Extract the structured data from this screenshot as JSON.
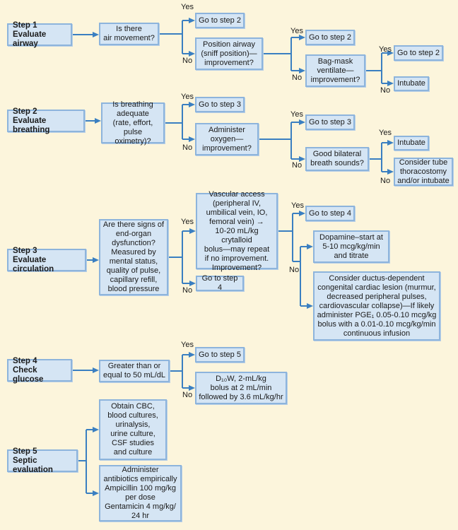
{
  "yes": "Yes",
  "no": "No",
  "step1": {
    "label": "Step 1\nEvaluate airway",
    "question": "Is there\nair movement?",
    "yes_box": "Go to step 2",
    "no_box": "Position airway\n(sniff position)—\nimprovement?",
    "yes2": "Go to step 2",
    "no2": "Bag-mask\nventilate—\nimprovement?",
    "yes3": "Go to step 2",
    "no3": "Intubate"
  },
  "step2": {
    "label": "Step 2\nEvaluate breathing",
    "question": "Is breathing\nadequate\n(rate, effort,\npulse oximetry)?",
    "yes_box": "Go to step 3",
    "no_box": "Administer\noxygen—\nimprovement?",
    "yes2": "Go to step 3",
    "no2": "Good bilateral\nbreath sounds?",
    "yes3": "Intubate",
    "no3": "Consider tube\nthoracostomy\nand/or intubate"
  },
  "step3": {
    "label": "Step 3\nEvaluate circulation",
    "question": "Are there signs of\nend-organ\ndysfunction?\nMeasured by\nmental status,\nquality of pulse,\ncapillary refill,\nblood pressure",
    "yes_box": "Vascular access\n(peripheral IV,\numbilical vein, IO,\nfemoral vein) →\n10-20 mL/kg crytalloid\nbolus—may repeat\nif no improvement.\nImprovement?",
    "no_box": "Go to step 4",
    "yes2": "Go to step 4",
    "no2a": "Dopamine–start at\n5-10 mcg/kg/min\nand titrate",
    "no2b": "Consider ductus-dependent\ncongenital cardiac lesion (murmur,\ndecreased peripheral pulses,\ncardiovascular collapse)—If likely\nadminister PGE₁ 0.05-0.10 mcg/kg\nbolus with a 0.01-0.10 mcg/kg/min\ncontinuous infusion"
  },
  "step4": {
    "label": "Step 4\nCheck glucose",
    "question": "Greater than or\nequal to 50 mL/dL",
    "yes_box": "Go to step 5",
    "no_box": "D₁₀W, 2-mL/kg\nbolus at 2 mL/min\nfollowed by 3.6 mL/kg/hr"
  },
  "step5": {
    "label": "Step 5\nSeptic evaluation",
    "action1": "Obtain CBC,\nblood cultures,\nurinalysis,\nurine culture,\nCSF studies\nand culture",
    "action2": "Administer\nantibiotics empirically\nAmpicillin 100 mg/kg\nper dose\nGentamicin 4 mg/kg/\n24 hr"
  },
  "colors": {
    "arrow": "#3a7fc1",
    "box": "#d5e5f4",
    "border": "#8db4dc",
    "background": "#fcf5dc"
  }
}
